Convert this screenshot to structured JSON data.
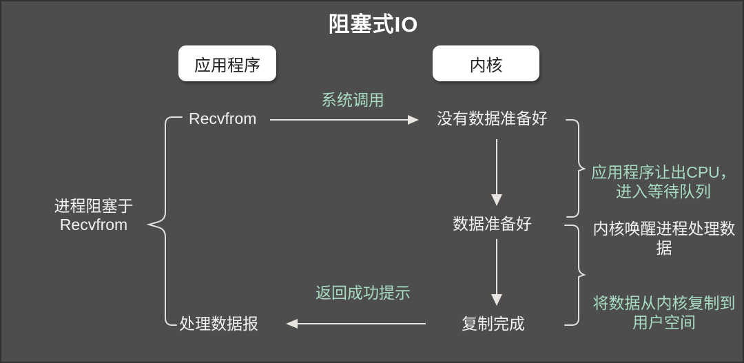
{
  "diagram": {
    "title": "阻塞式IO",
    "background_color": "#4d4d4d",
    "accent_green": "#a8dcc2",
    "text_color": "#f2f2f2"
  },
  "boxes": [
    {
      "id": "application",
      "label": "应用程序"
    },
    {
      "id": "kernel",
      "label": "内核"
    }
  ],
  "left_column": {
    "brace_label_line1": "进程阻塞于",
    "brace_label_line2": "Recvfrom",
    "steps": [
      {
        "id": "recvfrom",
        "label": "Recvfrom"
      },
      {
        "id": "handle-datagram",
        "label": "处理数据报"
      }
    ]
  },
  "right_column": {
    "steps": [
      {
        "id": "no-data-ready",
        "label": "没有数据准备好"
      },
      {
        "id": "data-ready",
        "label": "数据准备好"
      },
      {
        "id": "copy-complete",
        "label": "复制完成"
      }
    ]
  },
  "arrows": [
    {
      "id": "syscall-arrow",
      "label": "系统调用",
      "label_color": "green",
      "direction": "right"
    },
    {
      "id": "wait-arrow-1",
      "label": "",
      "label_color": "none",
      "direction": "down"
    },
    {
      "id": "wait-arrow-2",
      "label": "",
      "label_color": "none",
      "direction": "down"
    },
    {
      "id": "return-arrow",
      "label": "返回成功提示",
      "label_color": "green",
      "direction": "left"
    }
  ],
  "annotations": [
    {
      "id": "yield-cpu",
      "color": "green",
      "line1": "应用程序让出CPU，",
      "line2": "进入等待队列"
    },
    {
      "id": "kernel-wakeup",
      "color": "white",
      "line1": "内核唤醒进程处理数",
      "line2": "据"
    },
    {
      "id": "copy-to-userspace",
      "color": "green",
      "line1": "将数据从内核复制到",
      "line2": "用户空间"
    }
  ]
}
